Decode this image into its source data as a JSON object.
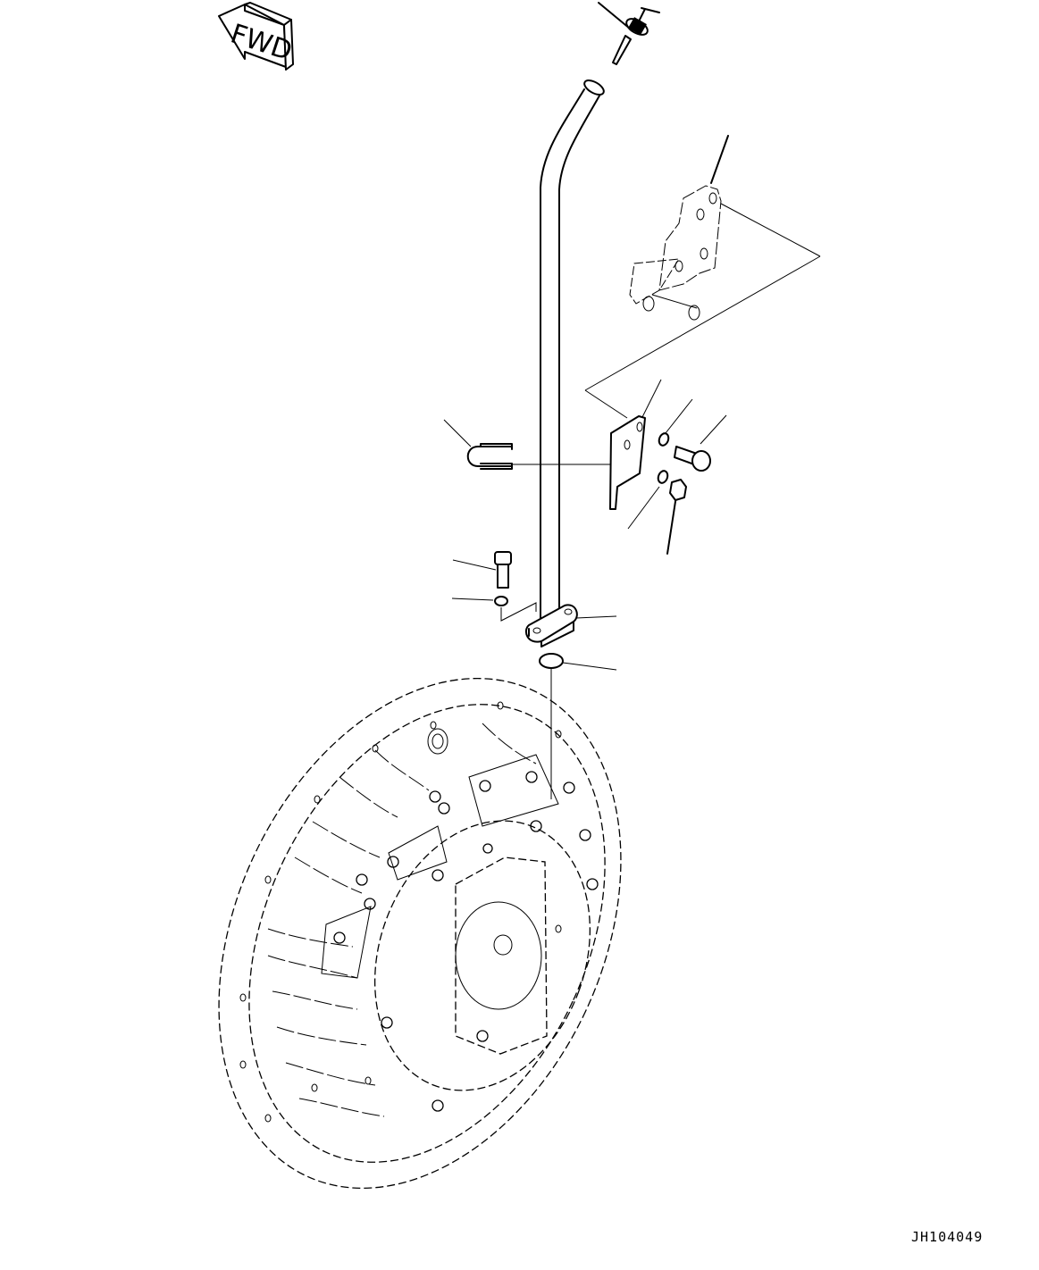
{
  "diagram": {
    "type": "exploded-parts-diagram",
    "direction_indicator": {
      "label": "FWD",
      "icon": "arrow-left-icon"
    },
    "figure_id": "JH104049",
    "line_color": "#000000",
    "background_color": "#ffffff",
    "parts": [
      {
        "name": "breather-cap",
        "callout": ""
      },
      {
        "name": "oil-filler-tube",
        "callout": ""
      },
      {
        "name": "mounting-bracket",
        "callout": ""
      },
      {
        "name": "clip-plate",
        "callout": ""
      },
      {
        "name": "washer-upper",
        "callout": ""
      },
      {
        "name": "bolt-right",
        "callout": ""
      },
      {
        "name": "u-clamp",
        "callout": ""
      },
      {
        "name": "washer-lower",
        "callout": ""
      },
      {
        "name": "nut",
        "callout": ""
      },
      {
        "name": "flange-bolt",
        "callout": ""
      },
      {
        "name": "flange-washer",
        "callout": ""
      },
      {
        "name": "tube-flange",
        "callout": ""
      },
      {
        "name": "o-ring",
        "callout": ""
      },
      {
        "name": "torque-converter-housing",
        "callout": ""
      }
    ]
  }
}
